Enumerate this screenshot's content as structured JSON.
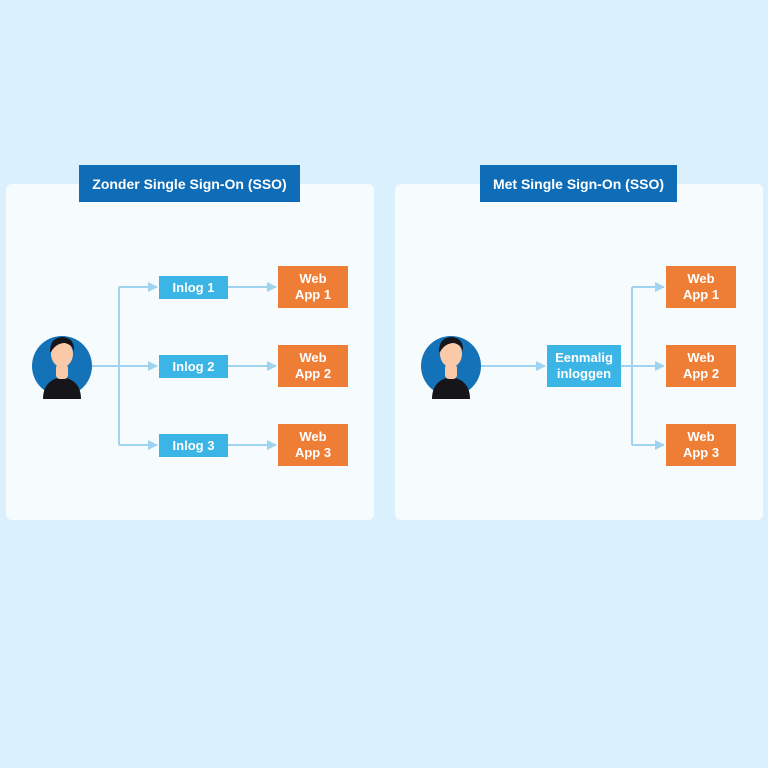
{
  "colors": {
    "background": "#dbf0fd",
    "panel": "#f6fbfe",
    "title": "#0f6db7",
    "login": "#3bb5e6",
    "app": "#ee7d36",
    "connector": "#9fd3f0",
    "avatar_circle": "#1473b8",
    "skin": "#f9c9a8",
    "hair": "#15151a"
  },
  "left": {
    "title": "Zonder Single Sign-On (SSO)",
    "logins": [
      "Inlog 1",
      "Inlog 2",
      "Inlog 3"
    ],
    "apps": [
      {
        "line1": "Web",
        "line2": "App 1"
      },
      {
        "line1": "Web",
        "line2": "App 2"
      },
      {
        "line1": "Web",
        "line2": "App 3"
      }
    ]
  },
  "right": {
    "title": "Met Single Sign-On (SSO)",
    "login": {
      "line1": "Eenmalig",
      "line2": "inloggen"
    },
    "apps": [
      {
        "line1": "Web",
        "line2": "App 1"
      },
      {
        "line1": "Web",
        "line2": "App 2"
      },
      {
        "line1": "Web",
        "line2": "App 3"
      }
    ]
  }
}
